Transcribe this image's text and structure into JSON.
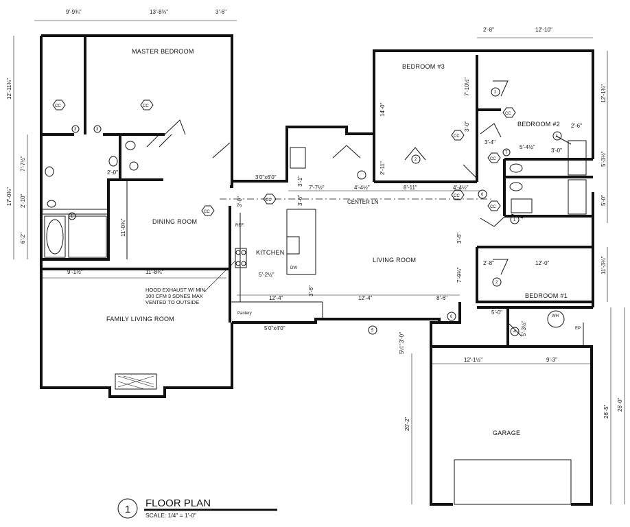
{
  "rooms": {
    "master_bedroom": "MASTER BEDROOM",
    "bedroom_3": "BEDROOM #3",
    "bedroom_2": "BEDROOM #2",
    "bedroom_1": "BEDROOM #1",
    "dining_room": "DINING ROOM",
    "kitchen": "KITCHEN",
    "living_room": "LIVING ROOM",
    "family_living_room": "FAMILY LIVING ROOM",
    "garage": "GARAGE",
    "center_line": "CENTER LN",
    "ref": "REF.",
    "dw": "DW",
    "pantry": "Pantery",
    "wh": "WH",
    "ep": "EP"
  },
  "notes": {
    "hood_1": "HOOD EXHAUST W/ MIN.",
    "hood_2": "100 CFM 3 SONES MAX",
    "hood_3": "VENTED TO OUTSIDE"
  },
  "openings": {
    "window_top": "3'0\"x6'0\"",
    "window_bottom": "5'0\"x4'0\""
  },
  "dimensions": {
    "top_1": "9'-9¾\"",
    "top_2": "13'-8¾\"",
    "top_3": "3'-6\"",
    "top_4": "2'-8\"",
    "top_5": "12'-10\"",
    "left_1": "12'-11¾\"",
    "left_2": "7'-7½\"",
    "left_3": "17'-0¾\"",
    "left_4": "2'-10\"",
    "left_5": "6'-2\"",
    "right_1": "12'-1¾\"",
    "right_2": "5'-3½\"",
    "right_3": "5'-0\"",
    "right_4": "11'-3¼\"",
    "right_5": "26'-5\"",
    "right_6": "26'-0\"",
    "b3_h": "14'-0\"",
    "b3_closet": "7'-10½\"",
    "b3_3ft": "3'-0\"",
    "b3_211": "2'-11\"",
    "row_1": "7'-7½\"",
    "row_2": "4'-4½\"",
    "row_3": "8'-11\"",
    "row_4": "4'-4½\"",
    "k_31": "3'-1\"",
    "k_36": "3'-6\"",
    "k_30": "3'-0\"",
    "dining_v": "11'-0¾\"",
    "dining_h": "11'-8¾\"",
    "family_h": "9'-1½\"",
    "bath_20": "2'-0\"",
    "kitchen_52": "5'-2½\"",
    "kitchen_36": "3'-6\"",
    "kitchen_124": "12'-4\"",
    "living_124": "12'-4\"",
    "living_86": "8'-6\"",
    "living_36": "3'-6\"",
    "living_794": "7'-9¾\"",
    "b2_34": "3'-4\"",
    "b2_542": "5'-4½\"",
    "b2_26": "2'-6\"",
    "b2_30": "3'-0\"",
    "b1_28": "2'-8\"",
    "b1_120": "12'-0\"",
    "laundry_50": "5'-0\"",
    "laundry_534": "5'-3½\"",
    "entry_30": "3'-0\"",
    "entry_54": "5¼\"",
    "garage_121": "12'-1½\"",
    "garage_93": "9'-3\"",
    "garage_202": "20'-2\""
  },
  "markers": {
    "m1": "1",
    "m2": "2",
    "m3": "3",
    "m4": "4",
    "m5": "5",
    "m6": "6",
    "m7": "7",
    "cc": "CC"
  },
  "title": {
    "number": "1",
    "name": "FLOOR PLAN",
    "scale": "SCALE: 1/4\" = 1'-0\""
  }
}
